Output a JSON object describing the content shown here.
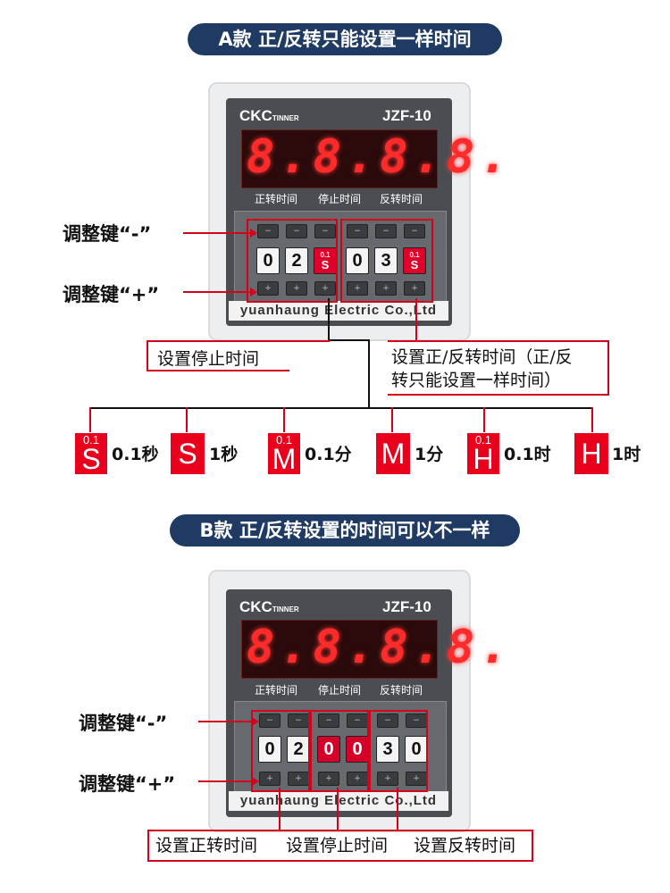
{
  "section_a": {
    "title": "A款 正/反转只能设置一样时间",
    "device": {
      "brand": "CKC",
      "brand_sub": "TINNER",
      "model": "JZF-10",
      "display": "8.8.8.8.",
      "labels": [
        "正转时间",
        "停止时间",
        "反转时间"
      ],
      "wheels": [
        "0",
        "2",
        "0.1 S",
        "0",
        "3",
        "0.1 S"
      ],
      "maker": "yuanhaung Electric Co.,Ltd"
    },
    "key_minus": "调整键“-”",
    "key_plus": "调整键“+”",
    "caption_stop": "设置停止时间",
    "caption_forward_reverse_line1": "设置正/反转时间（正/反",
    "caption_forward_reverse_line2": "转只能设置一样时间）",
    "units": [
      {
        "small": "0.1",
        "big": "S",
        "label": "0.1秒"
      },
      {
        "small": "",
        "big": "S",
        "label": "1秒"
      },
      {
        "small": "0.1",
        "big": "M",
        "label": "0.1分"
      },
      {
        "small": "",
        "big": "M",
        "label": "1分"
      },
      {
        "small": "0.1",
        "big": "H",
        "label": "0.1时"
      },
      {
        "small": "",
        "big": "H",
        "label": "1时"
      }
    ]
  },
  "section_b": {
    "title": "B款 正/反转设置的时间可以不一样",
    "device": {
      "brand": "CKC",
      "brand_sub": "TINNER",
      "model": "JZF-10",
      "display": "8.8.8.8.",
      "labels": [
        "正转时间",
        "停止时间",
        "反转时间"
      ],
      "wheels": [
        "0",
        "2",
        "0",
        "0",
        "3",
        "0"
      ],
      "maker": "yuanhaung Electric Co.,Ltd"
    },
    "key_minus": "调整键“-”",
    "key_plus": "调整键“+”",
    "caption_forward": "设置正转时间",
    "caption_stop": "设置停止时间",
    "caption_reverse": "设置反转时间"
  },
  "colors": {
    "accent_red": "#d7001b",
    "pill_navy": "#1f3a63",
    "digit_red": "#ff2a2a"
  }
}
